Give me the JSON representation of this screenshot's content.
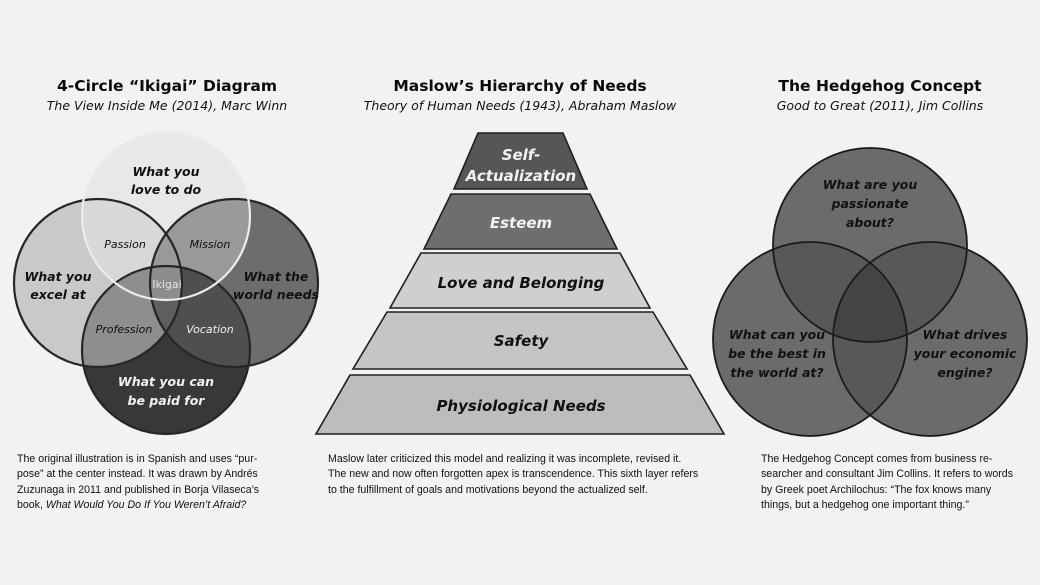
{
  "ikigai": {
    "title": "4-Circle “Ikigai” Diagram",
    "subtitle": "The View Inside Me (2014), Marc Winn",
    "circles": {
      "love": [
        "What you",
        "love to do"
      ],
      "excel": [
        "What you",
        "excel at"
      ],
      "world": [
        "What the",
        "world needs"
      ],
      "paid": [
        "What you can",
        "be paid for"
      ]
    },
    "overlaps": {
      "passion": "Passion",
      "mission": "Mission",
      "profession": "Profession",
      "vocation": "Vocation",
      "center": "Ikigai"
    },
    "note": {
      "line1": "The original illustration is in Spanish and uses “pur-",
      "line2": "pose” at the center instead. It was drawn by Andrés",
      "line3": "Zuzunaga in 2011 and published in Borja Vilaseca’s",
      "line4_prefix": "book, ",
      "line4_italic": "What Would You Do If You Weren’t Afraid?"
    }
  },
  "maslow": {
    "title": "Maslow’s Hierarchy of Needs",
    "subtitle": "Theory of Human Needs (1943), Abraham Maslow",
    "levels": {
      "self": [
        "Self-",
        "Actualization"
      ],
      "esteem": "Esteem",
      "love": "Love and Belonging",
      "safety": "Safety",
      "physiological": "Physiological Needs"
    },
    "note": [
      "Maslow later criticized this model and realizing it was incomplete, revised it.",
      "The new and now often forgotten apex is transcendence. This sixth layer refers",
      "to the fulfillment of goals and motivations beyond the actualized self."
    ]
  },
  "hedgehog": {
    "title": "The Hedgehog Concept",
    "subtitle": "Good to Great (2011), Jim Collins",
    "circles": {
      "passion": [
        "What are you",
        "passionate",
        "about?"
      ],
      "best": [
        "What can you",
        "be the best in",
        "the world at?"
      ],
      "economic": [
        "What drives",
        "your economic",
        "engine?"
      ]
    },
    "note": [
      "The Hedgehog Concept comes from business re-",
      "searcher and consultant Jim Collins. It refers to words",
      "by Greek poet Archilochus:  “The fox knows  many",
      "things, but a hedgehog  one important thing.”"
    ]
  }
}
